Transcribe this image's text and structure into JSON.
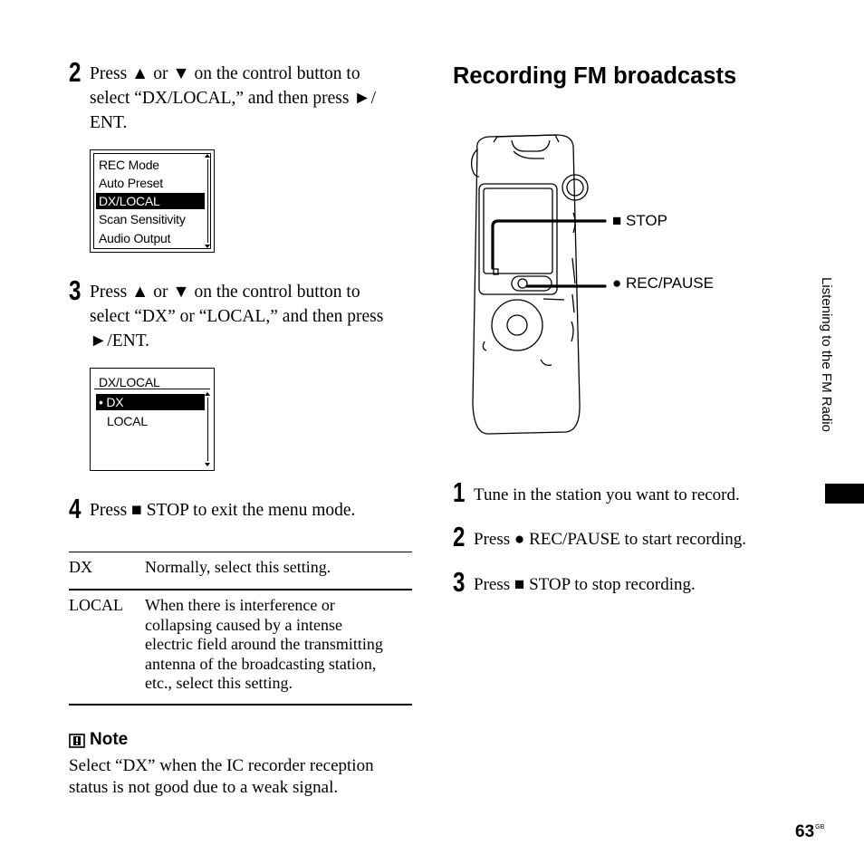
{
  "left": {
    "step2": {
      "num": "2",
      "lines": [
        "Press ▲ or ▼ on the control button to",
        "select “DX/LOCAL,” and then press ►/",
        "ENT."
      ],
      "screen": {
        "items": [
          "REC Mode",
          "Auto Preset",
          "DX/LOCAL",
          "Scan Sensitivity",
          "Audio Output"
        ],
        "selected": "DX/LOCAL"
      }
    },
    "step3": {
      "num": "3",
      "lines": [
        "Press ▲ or ▼ on the control button to",
        "select “DX” or “LOCAL,” and then press",
        "►/ENT."
      ],
      "screen": {
        "title": "DX/LOCAL",
        "options": [
          "• DX",
          "LOCAL"
        ],
        "selected": "• DX"
      }
    },
    "step4": {
      "num": "4",
      "text": "Press ■ STOP to exit the menu mode."
    },
    "table": {
      "rows": [
        {
          "term": "DX",
          "desc": [
            "Normally, select this setting."
          ]
        },
        {
          "term": "LOCAL",
          "desc": [
            "When there is interference or",
            "collapsing caused by a intense",
            "electric field around the transmitting",
            "antenna of the broadcasting station,",
            "etc., select this setting."
          ]
        }
      ]
    },
    "note": {
      "icon": "note-icon",
      "title": "Note",
      "lines": [
        "Select “DX” when the IC recorder reception",
        "status is not good due to a weak signal."
      ]
    }
  },
  "right": {
    "heading": "Recording FM broadcasts",
    "callouts": {
      "stop": "■ STOP",
      "rec": "● REC/PAUSE"
    },
    "steps": [
      {
        "num": "1",
        "text": "Tune in the station you want to record."
      },
      {
        "num": "2",
        "text": "Press ● REC/PAUSE to start recording."
      },
      {
        "num": "3",
        "text": "Press ■ STOP to stop recording."
      }
    ]
  },
  "side_label": "Listening to the FM Radio",
  "page_number": "63",
  "page_suffix": "GB"
}
